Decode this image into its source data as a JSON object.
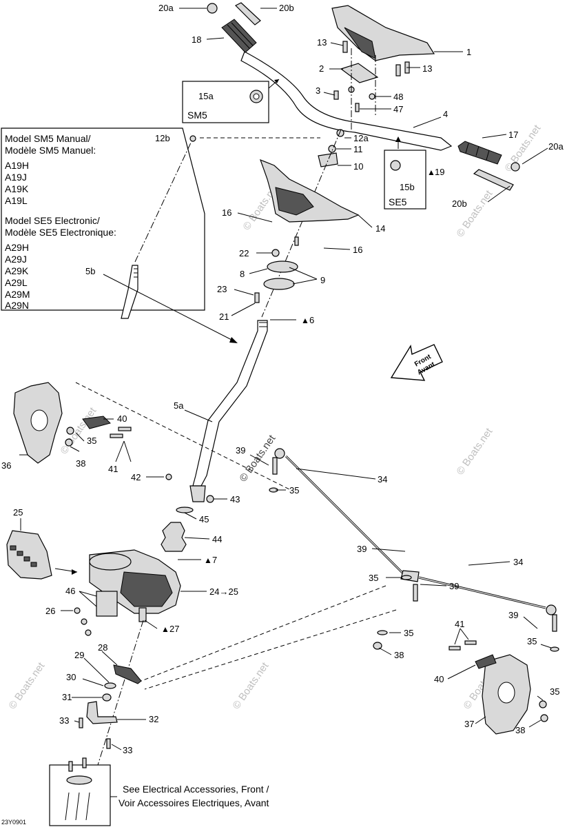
{
  "callouts": {
    "c20a_top": "20a",
    "c20b_top": "20b",
    "c18": "18",
    "c13a": "13",
    "c1": "1",
    "c2": "2",
    "c13b": "13",
    "c3": "3",
    "c48": "48",
    "c47": "47",
    "c4": "4",
    "c15a": "15a",
    "c12b": "12b",
    "c12a": "12a",
    "c11": "11",
    "c17": "17",
    "c20a_right": "20a",
    "c10": "10",
    "c19": "19",
    "c15b": "15b",
    "c20b_right": "20b",
    "c16a": "16",
    "c14": "14",
    "c22": "22",
    "c16b": "16",
    "c8": "8",
    "c9": "9",
    "c23": "23",
    "c21": "21",
    "c6": "6",
    "c5b": "5b",
    "c5a": "5a",
    "c40a": "40",
    "c35a": "35",
    "c36": "36",
    "c38a": "38",
    "c41a": "41",
    "c39a": "39",
    "c34a": "34",
    "c42": "42",
    "c43": "43",
    "c35b": "35",
    "c45": "45",
    "c25": "25",
    "c44": "44",
    "c7": "7",
    "c39b": "39",
    "c34b": "34",
    "c35c": "35",
    "c39c": "39",
    "c24": "24→25",
    "c46": "46",
    "c26": "26",
    "c27": "27",
    "c35d": "35",
    "c38b": "38",
    "c39d": "39",
    "c41b": "41",
    "c35e": "35",
    "c29": "29",
    "c28": "28",
    "c30": "30",
    "c31": "31",
    "c40b": "40",
    "c35f": "35",
    "c32": "32",
    "c33a": "33",
    "c37": "37",
    "c38c": "38",
    "c33b": "33"
  },
  "sm5_box": {
    "label": "SM5"
  },
  "se5_box": {
    "label": "SE5"
  },
  "model_box": {
    "manual_title_1": "Model SM5 Manual/",
    "manual_title_2": "Modèle SM5 Manuel:",
    "manual_models": [
      "A19H",
      "A19J",
      "A19K",
      "A19L"
    ],
    "electronic_title_1": "Model SE5 Electronic/",
    "electronic_title_2": "Modèle SE5 Electronique:",
    "electronic_models": [
      "A29H",
      "A29J",
      "A29K",
      "A29L",
      "A29M",
      "A29N"
    ]
  },
  "front_arrow": {
    "line1": "Front",
    "line2": "Avant"
  },
  "electrical_box": {
    "line1": "See Electrical Accessories, Front /",
    "line2": "Voir Accessoires Electriques, Avant"
  },
  "diagram_code": "23Y0901",
  "watermark": "© Boats.net",
  "colors": {
    "line": "#000000",
    "watermark": "#bfbfbf",
    "fill": "#d9d9d9"
  }
}
